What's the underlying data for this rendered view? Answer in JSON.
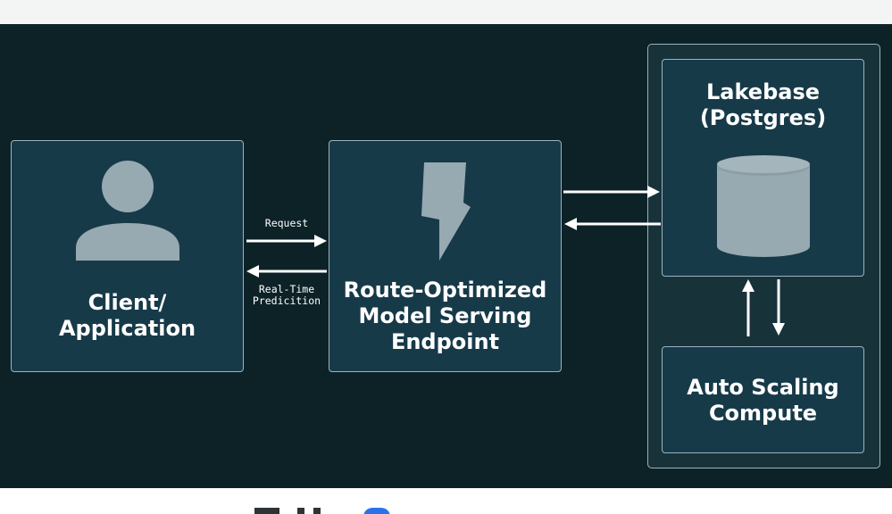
{
  "nodes": {
    "client": {
      "label": "Client/\nApplication",
      "icon": "user-icon"
    },
    "endpoint": {
      "label": "Route-Optimized\nModel Serving\nEndpoint",
      "icon": "lightning-bolt-icon"
    },
    "lakebase": {
      "label": "Lakebase\n(Postgres)",
      "icon": "database-cylinder-icon"
    },
    "compute": {
      "label": "Auto Scaling\nCompute"
    }
  },
  "edges": {
    "request": {
      "label": "Request"
    },
    "prediction": {
      "label": "Real-Time\nPredicition"
    }
  },
  "colors": {
    "background": "#0c2227",
    "box_fill": "#173a49",
    "box_border": "#9cb3bd",
    "icon": "#97a9b1",
    "arrow": "#ffffff"
  }
}
